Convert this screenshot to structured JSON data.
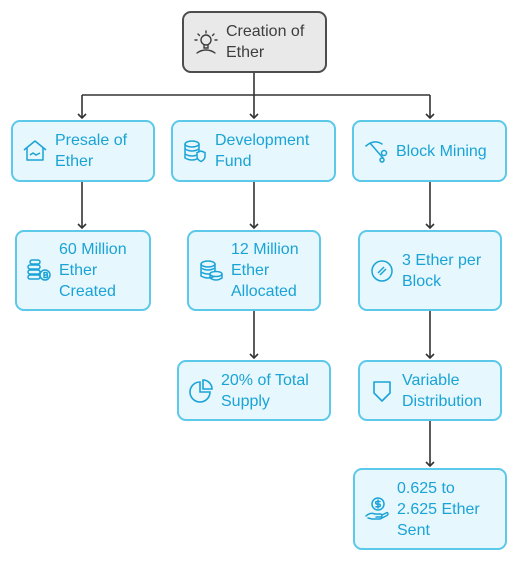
{
  "colors": {
    "accent": "#1aa3d6",
    "node_border": "#5cc8ea",
    "node_fill": "#e6f7fd",
    "root_border": "#4d4d4d",
    "root_fill": "#e9e9e9",
    "connector": "#333333"
  },
  "root": {
    "label": "Creation of Ether",
    "icon": "lightbulb-icon"
  },
  "branches": [
    {
      "label": "Presale of Ether",
      "icon": "handshake-house-icon",
      "children": [
        {
          "label": "60 Million Ether Created",
          "icon": "coins-stack-icon"
        }
      ]
    },
    {
      "label": "Development Fund",
      "icon": "database-shield-icon",
      "children": [
        {
          "label": "12 Million Ether Allocated",
          "icon": "coin-stacks-icon"
        },
        {
          "label": "20% of Total Supply",
          "icon": "pie-chart-icon"
        }
      ]
    },
    {
      "label": "Block Mining",
      "icon": "pickaxe-icon",
      "children": [
        {
          "label": "3 Ether per Block",
          "icon": "ether-coin-icon"
        },
        {
          "label": "Variable Distribution",
          "icon": "shield-icon"
        },
        {
          "label": "0.625 to 2.625 Ether Sent",
          "icon": "dollar-hand-icon"
        }
      ]
    }
  ]
}
